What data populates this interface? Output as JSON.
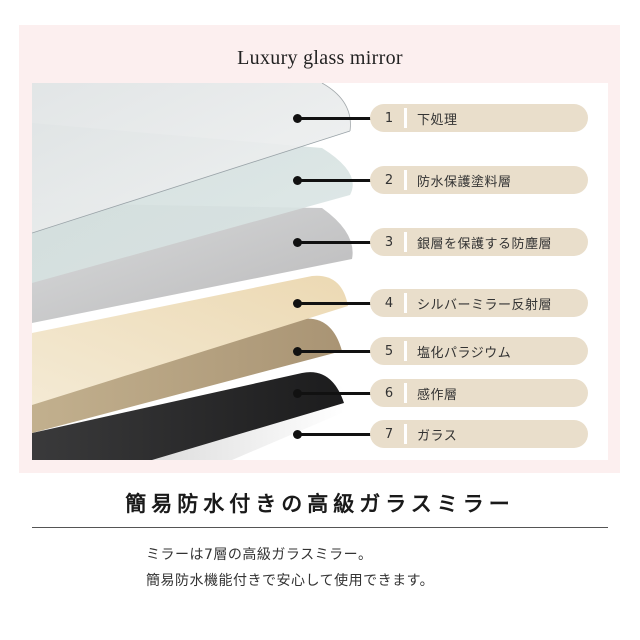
{
  "title": "Luxury glass mirror",
  "layers": [
    {
      "number": "1",
      "label": "下処理",
      "color": "#e6e9ea"
    },
    {
      "number": "2",
      "label": "防水保護塗料層",
      "color": "#d2dedd"
    },
    {
      "number": "3",
      "label": "銀層を保護する防塵層",
      "color": "#c5c5c6"
    },
    {
      "number": "4",
      "label": "シルバーミラー反射層",
      "color": "#efdfbe"
    },
    {
      "number": "5",
      "label": "塩化パラジウム",
      "color": "#b9a684"
    },
    {
      "number": "6",
      "label": "感作層",
      "color": "#2b2b2d"
    },
    {
      "number": "7",
      "label": "ガラス",
      "color": "#e8e8e8"
    }
  ],
  "heading": "簡易防水付きの高級ガラスミラー",
  "description": {
    "line1": "ミラーは7層の高級ガラスミラー。",
    "line2": "簡易防水機能付きで安心して使用できます。"
  },
  "colors": {
    "panel_bg": "#fcefef",
    "pill_bg": "#e9decb",
    "line": "#111111"
  }
}
